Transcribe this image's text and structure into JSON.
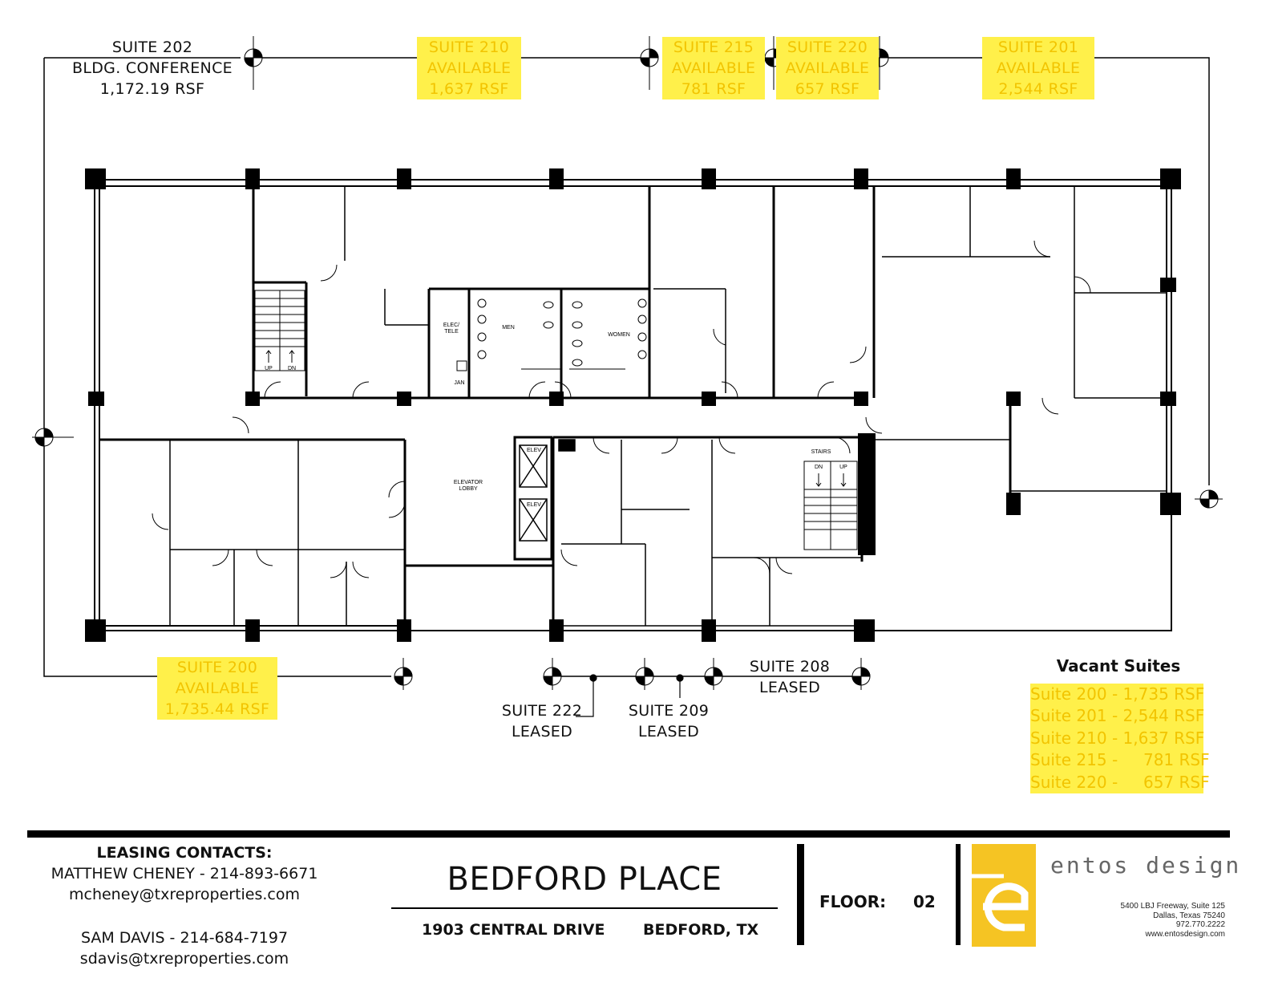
{
  "plan_labels": {
    "suite_202": [
      "SUITE 202",
      "BLDG. CONFERENCE",
      "1,172.19 RSF"
    ],
    "suite_210": [
      "SUITE 210",
      "AVAILABLE",
      "1,637 RSF"
    ],
    "suite_215": [
      "SUITE 215",
      "AVAILABLE",
      "781 RSF"
    ],
    "suite_220": [
      "SUITE 220",
      "AVAILABLE",
      "657 RSF"
    ],
    "suite_201": [
      "SUITE 201",
      "AVAILABLE",
      "2,544 RSF"
    ],
    "suite_200": [
      "SUITE 200",
      "AVAILABLE",
      "1,735.44 RSF"
    ],
    "suite_222": [
      "SUITE 222",
      "LEASED"
    ],
    "suite_209": [
      "SUITE 209",
      "LEASED"
    ],
    "suite_208": [
      "SUITE 208",
      "LEASED"
    ]
  },
  "rooms": {
    "elec_tele": [
      "ELEC/",
      "TELE"
    ],
    "men": "MEN",
    "women": "WOMEN",
    "jan": "JAN",
    "elevator_lobby": [
      "ELEVATOR",
      "LOBBY"
    ],
    "elev_1": "ELEV",
    "elev_2": "ELEV",
    "stairs": "STAIRS",
    "stair_left_up": "UP",
    "stair_left_dn": "DN",
    "stair_right_dn": "DN",
    "stair_right_up": "UP"
  },
  "vacant": {
    "title": "Vacant Suites",
    "items": [
      "Suite 200 - 1,735 RSF",
      "Suite 201 - 2,544 RSF",
      "Suite 210 - 1,637 RSF",
      "Suite 215 -     781 RSF",
      "Suite 220 -     657 RSF"
    ]
  },
  "contacts": {
    "heading": "LEASING CONTACTS:",
    "c1_name": "MATTHEW CHENEY - 214-893-6671",
    "c1_email": "mcheney@txreproperties.com",
    "c2_name": "SAM DAVIS - 214-684-7197",
    "c2_email": "sdavis@txreproperties.com"
  },
  "building": {
    "name": "BEDFORD PLACE",
    "address": "1903 CENTRAL DRIVE",
    "city": "BEDFORD, TX"
  },
  "floor": {
    "label": "FLOOR:",
    "value": "02"
  },
  "firm": {
    "name": "entos design",
    "addr1": "5400 LBJ Freeway, Suite 125",
    "addr2": "Dallas, Texas 75240",
    "phone": "972.770.2222",
    "web": "www.entosdesign.com"
  },
  "colors": {
    "highlight": "#fff04a",
    "highlight_text": "#f2c400",
    "logo": "#f5c423"
  }
}
